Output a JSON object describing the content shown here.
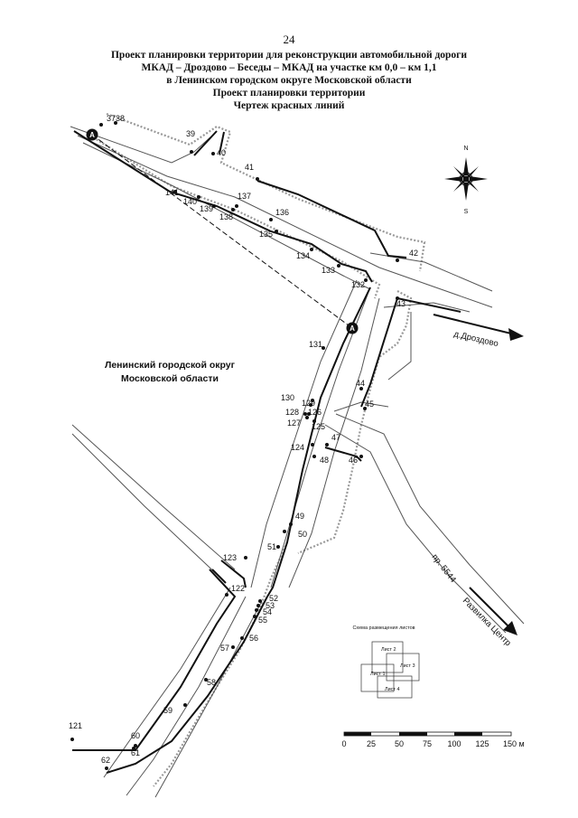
{
  "page_number": "24",
  "title_lines": [
    "Проект планировки территории для реконструкции автомобильной дороги",
    "МКАД – Дроздово – Беседы – МКАД на участке км 0,0 – км 1,1",
    "в Ленинском городском округе Московской области",
    "Проект планировки территории",
    "Чертеж красных линий"
  ],
  "district_label": [
    "Ленинский городской округ",
    "Московской области"
  ],
  "road_labels": {
    "drozdovo": "д.Дроздово",
    "razvilka": "Развилка Центр",
    "proezd": "пр. 5544"
  },
  "section_marker": "А",
  "compass": {
    "north": "N",
    "south": "S"
  },
  "scale": {
    "ticks": [
      "0",
      "25",
      "50",
      "75",
      "100",
      "125",
      "150 м"
    ]
  },
  "sheet_scheme": {
    "title": "Схема размещения листов",
    "sheets": [
      "Лист 1",
      "Лист 2",
      "Лист 3",
      "Лист 4"
    ]
  },
  "points": [
    "37",
    "38",
    "39",
    "40",
    "41",
    "42",
    "43",
    "44",
    "45",
    "46",
    "47",
    "48",
    "49",
    "50",
    "51",
    "52",
    "53",
    "54",
    "55",
    "56",
    "57",
    "58",
    "59",
    "60",
    "61",
    "62",
    "121",
    "122",
    "123",
    "124",
    "125",
    "126",
    "127",
    "128",
    "129",
    "130",
    "131",
    "132",
    "133",
    "134",
    "135",
    "136",
    "137",
    "138",
    "139",
    "140",
    "141"
  ]
}
